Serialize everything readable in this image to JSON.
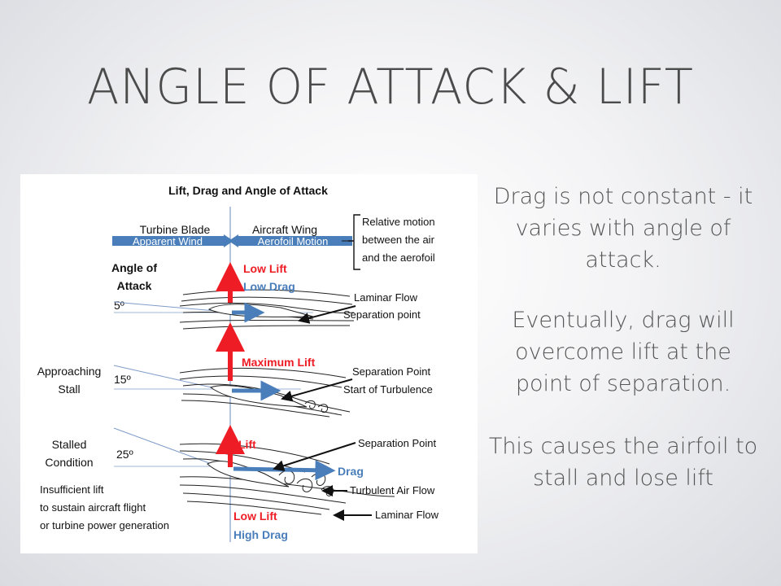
{
  "slide": {
    "title": "ANGLE OF ATTACK & LIFT",
    "paragraphs": [
      "Drag is not constant - it varies with angle of attack.",
      "Eventually, drag will overcome lift at the point of separation.",
      "This causes the airfoil to stall and lose lift"
    ]
  },
  "figure": {
    "title": "Lift, Drag and Angle of Attack",
    "header": {
      "turbine_blade": "Turbine Blade",
      "apparent_wind": "Apparent Wind",
      "aircraft_wing": "Aircraft Wing",
      "aerofoil_motion": "Aerofoil Motion",
      "relative_motion_1": "Relative motion",
      "relative_motion_2": "between the air",
      "relative_motion_3": "and the aerofoil"
    },
    "angle_label_1": "Angle of",
    "angle_label_2": "Attack",
    "section1": {
      "angle": "5º",
      "lift": "Low Lift",
      "drag": "Low Drag",
      "note_1": "Laminar Flow",
      "note_2": "Separation point"
    },
    "section2": {
      "state_1": "Approaching",
      "state_2": "Stall",
      "angle": "15º",
      "lift": "Maximum Lift",
      "note_1": "Separation Point",
      "note_2": "Start of Turbulence"
    },
    "section3": {
      "state_1": "Stalled",
      "state_2": "Condition",
      "angle": "25º",
      "lift": "Lift",
      "drag": "Drag",
      "separation": "Separation Point",
      "turbulent": "Turbulent Air Flow",
      "laminar": "Laminar Flow",
      "insufficient_1": "Insufficient lift",
      "insufficient_2": "to sustain aircraft flight",
      "insufficient_3": "or turbine power generation",
      "result_lift": "Low Lift",
      "result_drag": "High Drag"
    },
    "colors": {
      "lift": "#ee1c24",
      "drag": "#4a7ebb",
      "line": "#222222",
      "axis": "#7f9cc9"
    }
  }
}
